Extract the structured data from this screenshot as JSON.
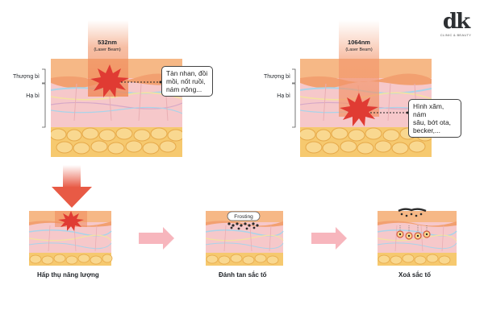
{
  "brand": {
    "mark": "dk",
    "subtitle": "CLINIC & BEAUTY"
  },
  "panels": [
    {
      "id": "laser-532",
      "wavelength": "532nm",
      "beam_note": "(Laser Beam)",
      "layer_top": "Thượng bì",
      "layer_bottom": "Hạ bì",
      "callout_lines": [
        "Tàn nhan, đồi",
        "mồi, nốt ruồi,",
        "nám nông..."
      ]
    },
    {
      "id": "laser-1064",
      "wavelength": "1064nm",
      "beam_note": "(Laser Beam)",
      "layer_top": "Thượng bì",
      "layer_bottom": "Hạ bì",
      "callout_lines": [
        "Hình xăm, nám",
        "sâu, bớt ota,",
        "becker,..."
      ]
    }
  ],
  "steps": [
    {
      "id": "absorb",
      "caption": "Hấp thụ năng lượng"
    },
    {
      "id": "break",
      "caption": "Đánh tan sắc tố",
      "tag": "Frosting"
    },
    {
      "id": "clear",
      "caption": "Xoá sắc tố"
    }
  ],
  "colors": {
    "epidermis": "#f6b886",
    "dermis": "#f6c8ca",
    "fat": "#f6c96f",
    "beam": "#f08b5c",
    "burst": "#e03b33",
    "arrow": "#f7b6bd",
    "big_arrow": "#e85a45"
  }
}
